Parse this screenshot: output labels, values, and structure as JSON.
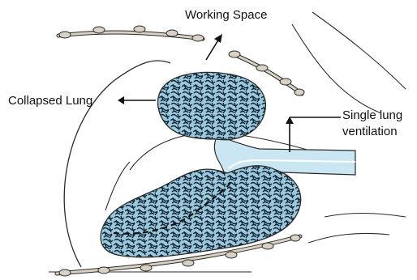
{
  "labels": {
    "working_space": "Working Space",
    "collapsed_lung": "Collapsed Lung",
    "single_lung_line1": "Single lung",
    "single_lung_line2": "ventilation"
  },
  "colors": {
    "lung_fill": "#9cc8dc",
    "lung_texture": "#14283a",
    "airway_fill": "#c9e6f2",
    "outline": "#2a2a2a",
    "rib": "#d9d2c4"
  }
}
